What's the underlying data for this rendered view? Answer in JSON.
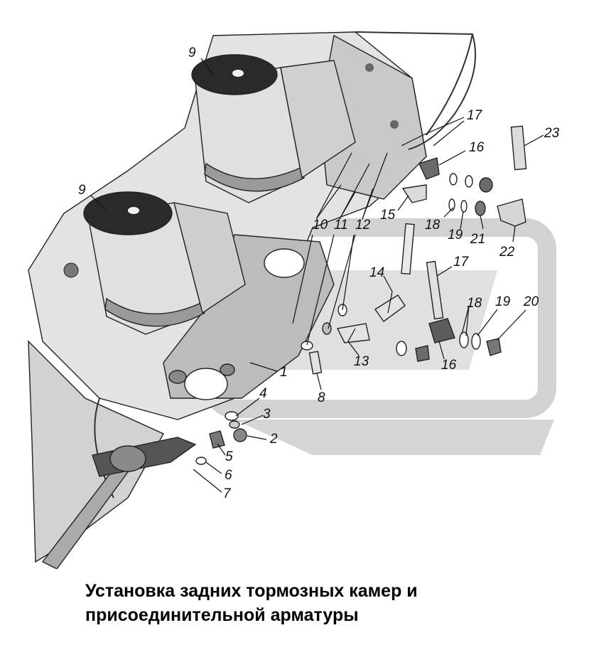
{
  "caption": {
    "line1": "Установка задних тормозных камер и",
    "line2": "присоединительной арматуры"
  },
  "callouts": [
    {
      "id": "c9a",
      "text": "9"
    },
    {
      "id": "c9b",
      "text": "9"
    },
    {
      "id": "c17a",
      "text": "17"
    },
    {
      "id": "c16a",
      "text": "16"
    },
    {
      "id": "c23",
      "text": "23"
    },
    {
      "id": "c10",
      "text": "10"
    },
    {
      "id": "c11",
      "text": "11"
    },
    {
      "id": "c12",
      "text": "12"
    },
    {
      "id": "c15",
      "text": "15"
    },
    {
      "id": "c18a",
      "text": "18"
    },
    {
      "id": "c19a",
      "text": "19"
    },
    {
      "id": "c21",
      "text": "21"
    },
    {
      "id": "c22",
      "text": "22"
    },
    {
      "id": "c14",
      "text": "14"
    },
    {
      "id": "c17b",
      "text": "17"
    },
    {
      "id": "c18b",
      "text": "18"
    },
    {
      "id": "c19b",
      "text": "19"
    },
    {
      "id": "c20",
      "text": "20"
    },
    {
      "id": "c13",
      "text": "13"
    },
    {
      "id": "c16b",
      "text": "16"
    },
    {
      "id": "c1",
      "text": "1"
    },
    {
      "id": "c8",
      "text": "8"
    },
    {
      "id": "c4",
      "text": "4"
    },
    {
      "id": "c3",
      "text": "3"
    },
    {
      "id": "c2",
      "text": "2"
    },
    {
      "id": "c5",
      "text": "5"
    },
    {
      "id": "c6",
      "text": "6"
    },
    {
      "id": "c7",
      "text": "7"
    }
  ],
  "colors": {
    "watermark": "#c8c8c8",
    "part_light": "#e6e6e6",
    "part_mid": "#bdbdbd",
    "part_dark": "#5a5a5a",
    "part_black": "#1e1e1e"
  }
}
